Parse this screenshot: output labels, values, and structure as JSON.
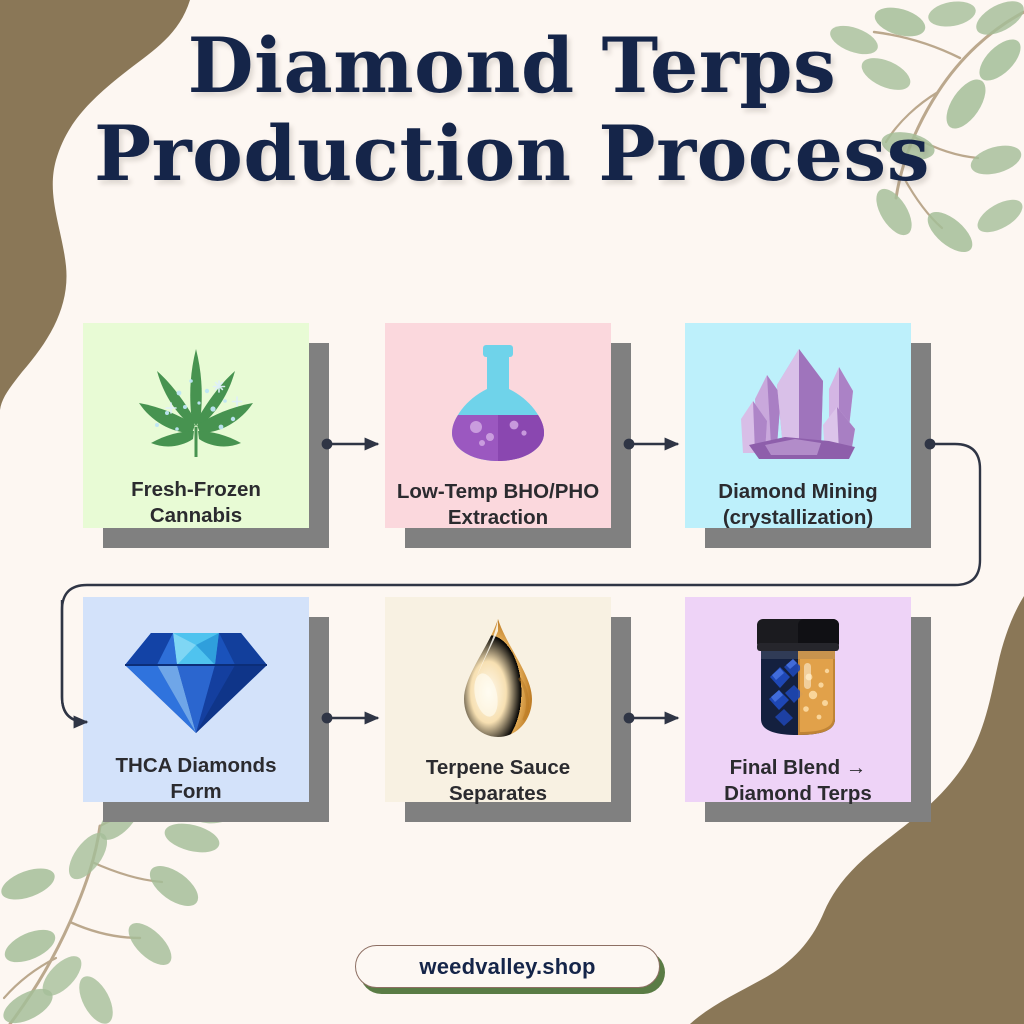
{
  "poster": {
    "title_lines": [
      "Diamond Terps",
      "Production Process"
    ],
    "background_color": "#fdf7f2",
    "title_color": "#152549",
    "corner_blob_color": "#8a7757",
    "leaf_color": "#9dba91",
    "stem_color": "#b6a285",
    "shadow_color": "#808080",
    "connector_color": "#2f3545"
  },
  "flow": {
    "steps": [
      {
        "id": "step-1",
        "label": "Fresh-Frozen\nCannabis",
        "icon": "cannabis-leaf-icon",
        "bg_color": "#e8fbd5",
        "row": 1,
        "col": 1
      },
      {
        "id": "step-2",
        "label": "Low-Temp BHO/PHO\nExtraction",
        "icon": "flask-icon",
        "bg_color": "#fbd8dd",
        "row": 1,
        "col": 2
      },
      {
        "id": "step-3",
        "label": "Diamond Mining\n(crystallization)",
        "icon": "crystal-cluster-icon",
        "bg_color": "#bdf0fb",
        "row": 1,
        "col": 3
      },
      {
        "id": "step-4",
        "label": "THCA Diamonds\nForm",
        "icon": "blue-gem-icon",
        "bg_color": "#d3e2fa",
        "row": 2,
        "col": 1
      },
      {
        "id": "step-5",
        "label": "Terpene Sauce\nSeparates",
        "icon": "honey-drop-icon",
        "bg_color": "#f8f1e2",
        "row": 2,
        "col": 2
      },
      {
        "id": "step-6",
        "label": "Final Blend →\nDiamond Terps",
        "icon": "blend-jar-icon",
        "bg_color": "#eed3f7",
        "row": 2,
        "col": 3
      }
    ],
    "connectors": [
      {
        "id": "conn-1-2",
        "type": "straight-arrow"
      },
      {
        "id": "conn-2-3",
        "type": "straight-arrow"
      },
      {
        "id": "conn-3-4",
        "type": "wrap-around-arrow"
      },
      {
        "id": "conn-4-5",
        "type": "straight-arrow"
      },
      {
        "id": "conn-5-6",
        "type": "straight-arrow"
      }
    ]
  },
  "footer": {
    "website": "weedvalley.shop",
    "border_color": "#8d6f63",
    "shadow_color": "#5a7c45"
  }
}
